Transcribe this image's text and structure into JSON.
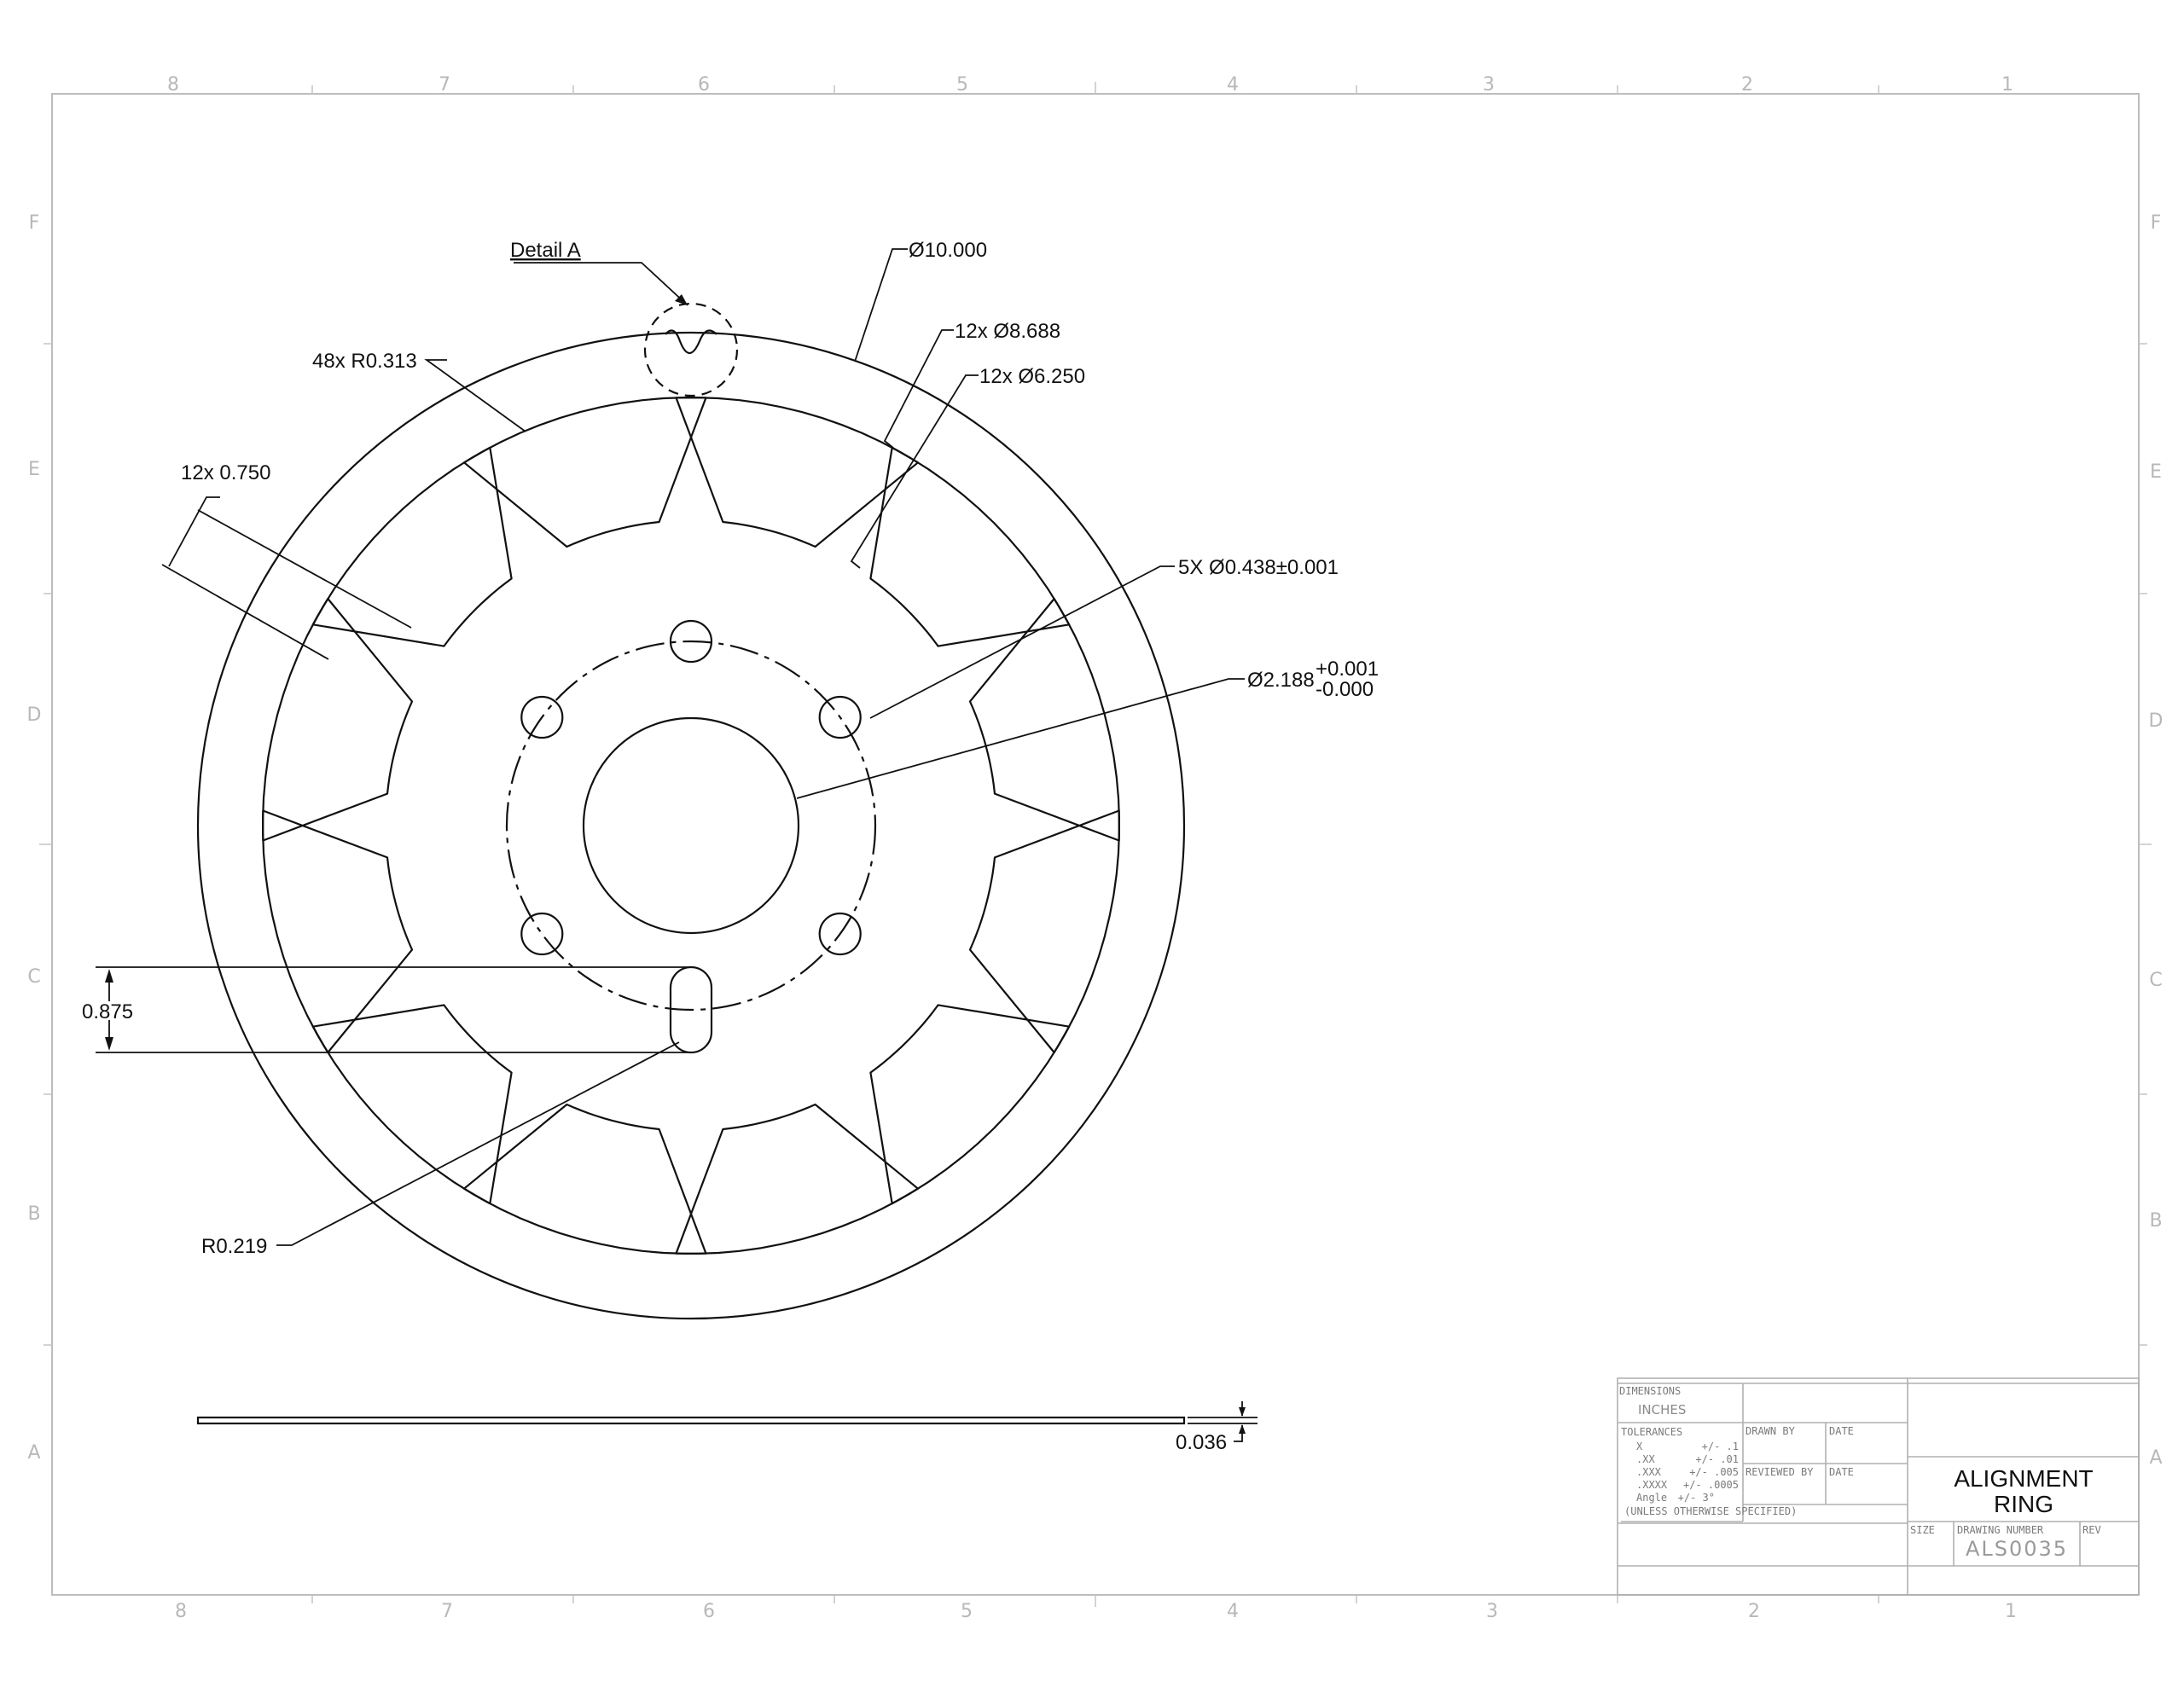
{
  "zones": {
    "columns": [
      "8",
      "7",
      "6",
      "5",
      "4",
      "3",
      "2",
      "1"
    ],
    "rows": [
      "F",
      "E",
      "D",
      "C",
      "B",
      "A"
    ]
  },
  "callouts": {
    "detail": "Detail A",
    "outer_dia": "Ø10.000",
    "slot_outer": "12x Ø8.688",
    "slot_inner": "12x Ø6.250",
    "corner_radius": "48x R0.313",
    "spoke_width": "12x 0.750",
    "bolt_holes": "5X Ø0.438±0.001",
    "bore_dia": "Ø2.188",
    "bore_tol_plus": "+0.001",
    "bore_tol_minus": "-0.000",
    "slot_length": "0.875",
    "slot_radius": "R0.219",
    "thickness": "0.036"
  },
  "title_block": {
    "dimensions_label": "DIMENSIONS",
    "units": "INCHES",
    "tolerances_label": "TOLERANCES",
    "tolerances": [
      {
        "key": "X",
        "val": "+/- .1"
      },
      {
        "key": ".XX",
        "val": "+/- .01"
      },
      {
        "key": ".XXX",
        "val": "+/- .005"
      },
      {
        "key": ".XXXX",
        "val": "+/- .0005"
      },
      {
        "key": "Angle",
        "val": "+/- 3°"
      }
    ],
    "unless_note": "(UNLESS OTHERWISE SPECIFIED)",
    "drawn_by": "DRAWN BY",
    "date1": "DATE",
    "reviewed_by": "REVIEWED BY",
    "date2": "DATE",
    "title_line1": "ALIGNMENT",
    "title_line2": "RING",
    "size_label": "SIZE",
    "drawing_number_label": "DRAWING NUMBER",
    "drawing_number": "ALS0035",
    "rev_label": "REV"
  }
}
